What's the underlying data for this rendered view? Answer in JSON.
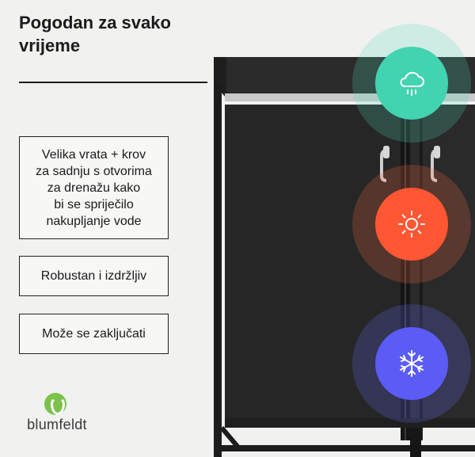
{
  "headline": "Pogodan za svako vrijeme",
  "features": [
    "Velika vrata + krov\nza sadnju s otvorima\nza drenažu kako\nbi se spriječilo\nnakupljanje vode",
    "Robustan i izdržljiv",
    "Može se zaključati"
  ],
  "brand": {
    "name": "blumfeldt",
    "color": "#7cc24a"
  },
  "weather_icons": [
    {
      "icon": "rain-cloud-icon",
      "color": "#42d3b1"
    },
    {
      "icon": "sun-icon",
      "color": "#ff5733"
    },
    {
      "icon": "snowflake-icon",
      "color": "#5b5cf5"
    }
  ]
}
